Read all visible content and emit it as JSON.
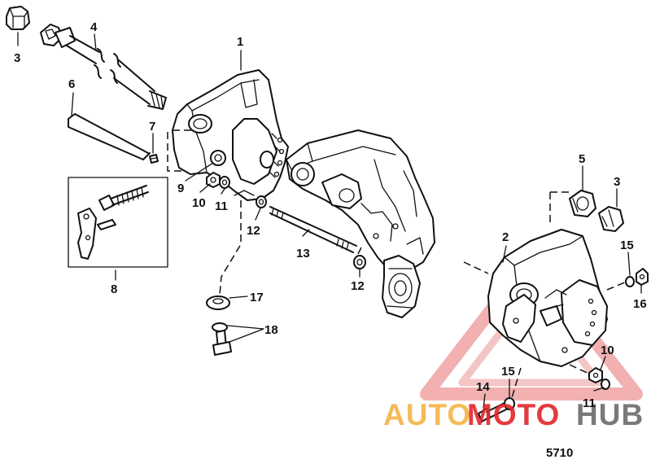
{
  "callouts": [
    {
      "id": "c1",
      "text": "1"
    },
    {
      "id": "c2",
      "text": "2"
    },
    {
      "id": "c3a",
      "text": "3"
    },
    {
      "id": "c3b",
      "text": "3"
    },
    {
      "id": "c4",
      "text": "4"
    },
    {
      "id": "c5",
      "text": "5"
    },
    {
      "id": "c6",
      "text": "6"
    },
    {
      "id": "c7",
      "text": "7"
    },
    {
      "id": "c8",
      "text": "8"
    },
    {
      "id": "c9",
      "text": "9"
    },
    {
      "id": "c10a",
      "text": "10"
    },
    {
      "id": "c10b",
      "text": "10"
    },
    {
      "id": "c11a",
      "text": "11"
    },
    {
      "id": "c11b",
      "text": "11"
    },
    {
      "id": "c12a",
      "text": "12"
    },
    {
      "id": "c12b",
      "text": "12"
    },
    {
      "id": "c13",
      "text": "13"
    },
    {
      "id": "c14",
      "text": "14"
    },
    {
      "id": "c15a",
      "text": "15"
    },
    {
      "id": "c15b",
      "text": "15"
    },
    {
      "id": "c16",
      "text": "16"
    },
    {
      "id": "c17",
      "text": "17"
    },
    {
      "id": "c18",
      "text": "18"
    }
  ],
  "figure_number": "5710",
  "watermark": {
    "part1": "AUTO",
    "part2": "MOTO",
    "part3": "HUB",
    "color_orange": "#f3b448",
    "color_red": "#e0262b",
    "color_gray": "#6b6b6b"
  }
}
